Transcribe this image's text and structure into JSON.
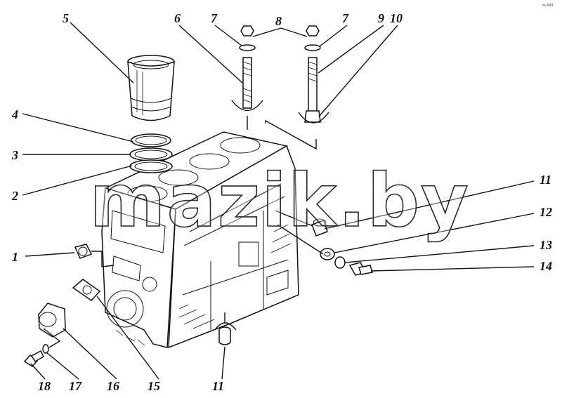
{
  "diagram": {
    "watermark": "mazik.by",
    "corner_mark": "№ 000",
    "callouts": [
      "1",
      "2",
      "3",
      "4",
      "5",
      "6",
      "7",
      "7",
      "8",
      "9",
      "10",
      "11",
      "11",
      "12",
      "13",
      "14",
      "15",
      "16",
      "17",
      "18"
    ]
  }
}
